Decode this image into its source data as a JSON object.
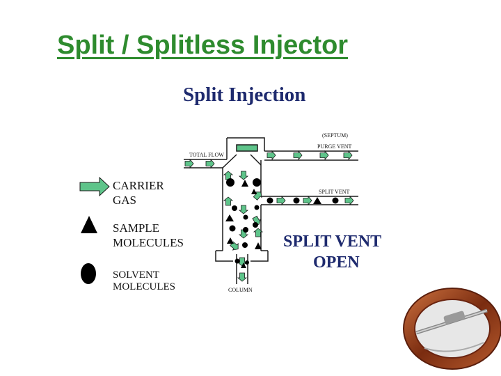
{
  "slide": {
    "title": "Split / Splitless Injector"
  },
  "diagram": {
    "title": "Split Injection",
    "labels": {
      "septum": "(SEPTUM)",
      "total_flow": "TOTAL FLOW",
      "purge_vent": "PURGE VENT",
      "split_vent": "SPLIT VENT",
      "column": "COLUMN"
    },
    "status_line1": "SPLIT VENT",
    "status_line2": "OPEN"
  },
  "legend": {
    "carrier_line1": "CARRIER",
    "carrier_line2": "GAS",
    "sample_line1": "SAMPLE",
    "sample_line2": "MOLECULES",
    "solvent_line1": "SOLVENT",
    "solvent_line2": "MOLECULES"
  },
  "colors": {
    "title_green": "#2e8b2e",
    "diagram_blue": "#1e2a6e",
    "carrier_green": "#5ec48a",
    "ring_copper": "#8b3a1a"
  }
}
